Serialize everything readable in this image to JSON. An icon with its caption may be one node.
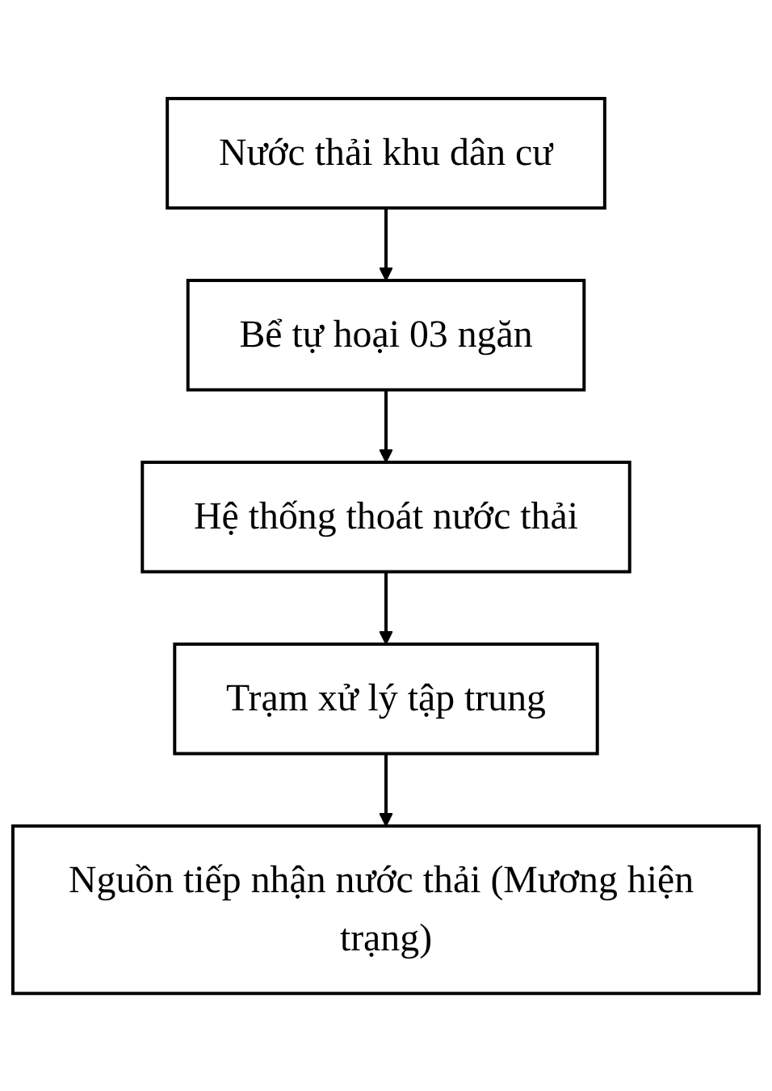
{
  "diagram": {
    "nodes": [
      {
        "text": [
          "Nước thải khu dân cư"
        ]
      },
      {
        "text": [
          "Bể tự hoại 03 ngăn"
        ]
      },
      {
        "text": [
          "Hệ thống thoát nước thải"
        ]
      },
      {
        "text": [
          "Trạm xử lý tập trung"
        ]
      },
      {
        "text": [
          "Nguồn tiếp nhận nước thải (Mương hiện trạng)"
        ]
      }
    ],
    "edges": [
      {
        "from": 0,
        "to": 1,
        "arrow": "to"
      },
      {
        "from": 1,
        "to": 2,
        "arrow": "to"
      },
      {
        "from": 2,
        "to": 3,
        "arrow": "to"
      },
      {
        "from": 3,
        "to": 4,
        "arrow": "to"
      }
    ]
  }
}
